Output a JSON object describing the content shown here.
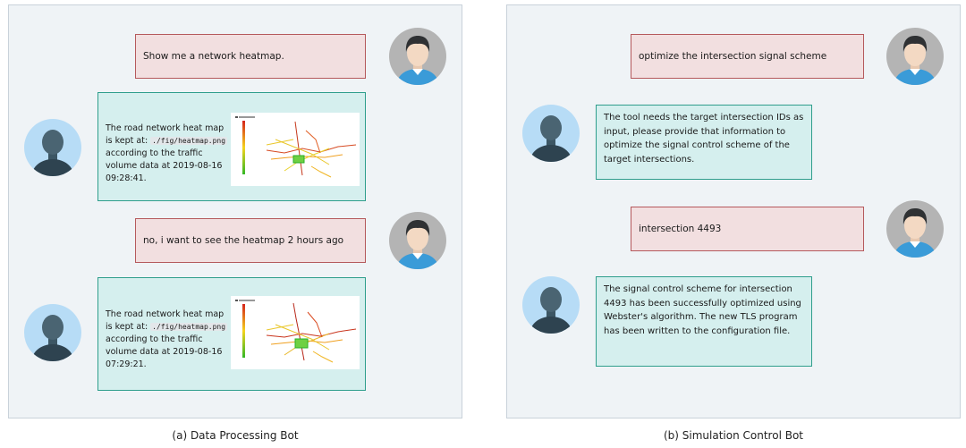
{
  "panels": {
    "a": {
      "caption": "(a) Data Processing Bot",
      "messages": [
        {
          "role": "user",
          "text": "Show me a network heatmap."
        },
        {
          "role": "bot",
          "text_before": "The road network heat map is kept at: ",
          "path": "./fig/heatmap.png",
          "text_after": " according to the traffic volume data at 2019-08-16 09:28:41."
        },
        {
          "role": "user",
          "text": "no, i want to see the heatmap 2 hours ago"
        },
        {
          "role": "bot",
          "text_before": "The road network heat map is kept at: ",
          "path": "./fig/heatmap.png",
          "text_after": " according to the traffic volume data at 2019-08-16 07:29:21."
        }
      ]
    },
    "b": {
      "caption": "(b) Simulation Control Bot",
      "messages": [
        {
          "role": "user",
          "text": "optimize the intersection signal scheme"
        },
        {
          "role": "bot",
          "text": "The tool needs the target intersection IDs as input, please provide that information to optimize the signal control scheme of the target intersections."
        },
        {
          "role": "user",
          "text": "intersection 4493"
        },
        {
          "role": "bot",
          "text": "The signal control scheme for intersection 4493 has been successfully optimized using Webster's algorithm. The new TLS program has been written to the configuration file."
        }
      ]
    }
  },
  "colors": {
    "user_bubble_bg": "#f2dfe0",
    "user_bubble_border": "#b5595c",
    "bot_bubble_bg": "#d5efee",
    "bot_bubble_border": "#2f9e8c",
    "user_avatar_bg": "#b4b4b4",
    "bot_avatar_bg": "#b7dcf6"
  }
}
